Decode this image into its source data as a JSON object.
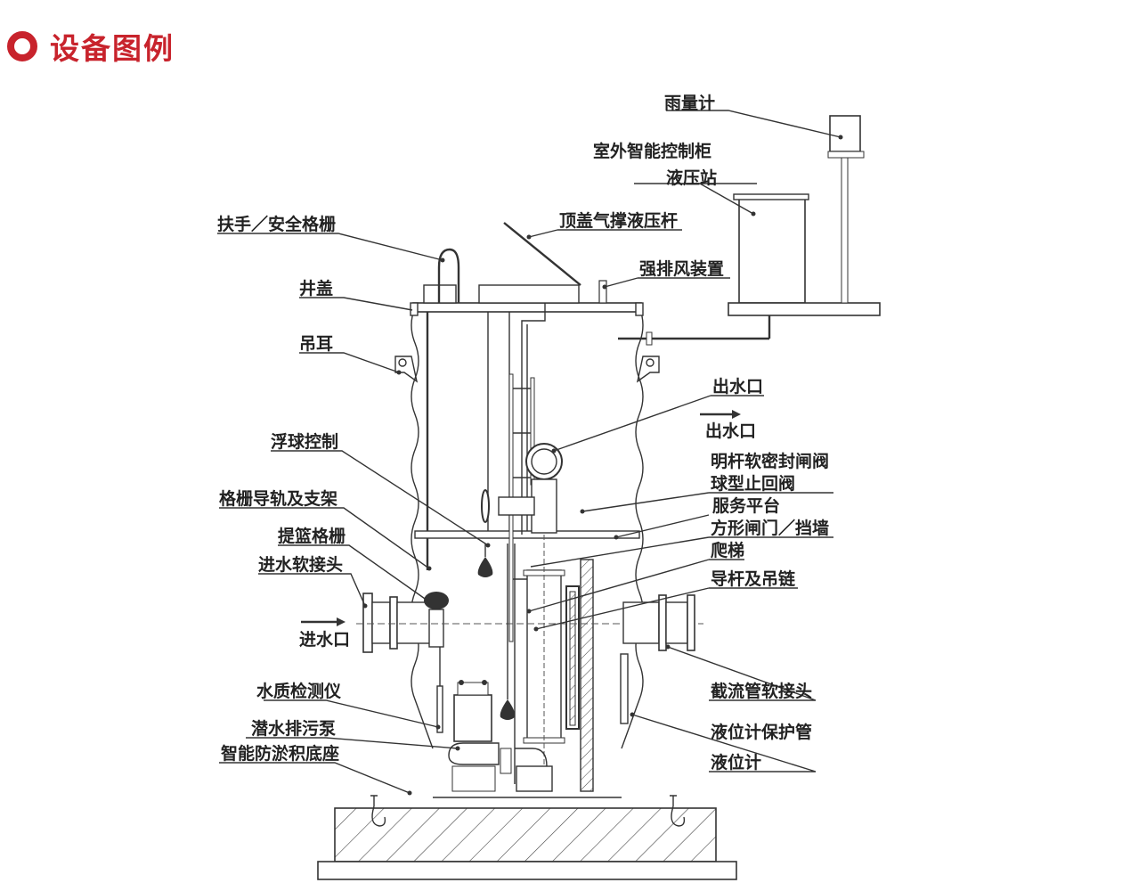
{
  "header": {
    "title": "设备图例",
    "accent_color": "#c8232c"
  },
  "labels": {
    "rain_gauge": "雨量计",
    "control_cabinet": "室外智能控制柜",
    "hydraulic_station": "液压站",
    "cover_strut": "顶盖气撑液压杆",
    "handrail": "扶手／安全格栅",
    "exhaust": "强排风装置",
    "well_cover": "井盖",
    "lifting_lug": "吊耳",
    "outlet": "出水口",
    "outlet_arrow": "出水口",
    "float_control": "浮球控制",
    "gate_valve": "明杆软密封闸阀",
    "check_valve": "球型止回阀",
    "grid_rail": "格栅导轨及支架",
    "service_platform": "服务平台",
    "square_gate": "方形闸门／挡墙",
    "basket_grid": "提篮格栅",
    "ladder": "爬梯",
    "inlet_joint": "进水软接头",
    "guide_rod": "导杆及吊链",
    "inlet_arrow": "进水口",
    "interception_joint": "截流管软接头",
    "water_quality": "水质检测仪",
    "level_protect": "液位计保护管",
    "sewage_pump": "潜水排污泵",
    "level_gauge": "液位计",
    "anti_silt_base": "智能防淤积底座"
  }
}
